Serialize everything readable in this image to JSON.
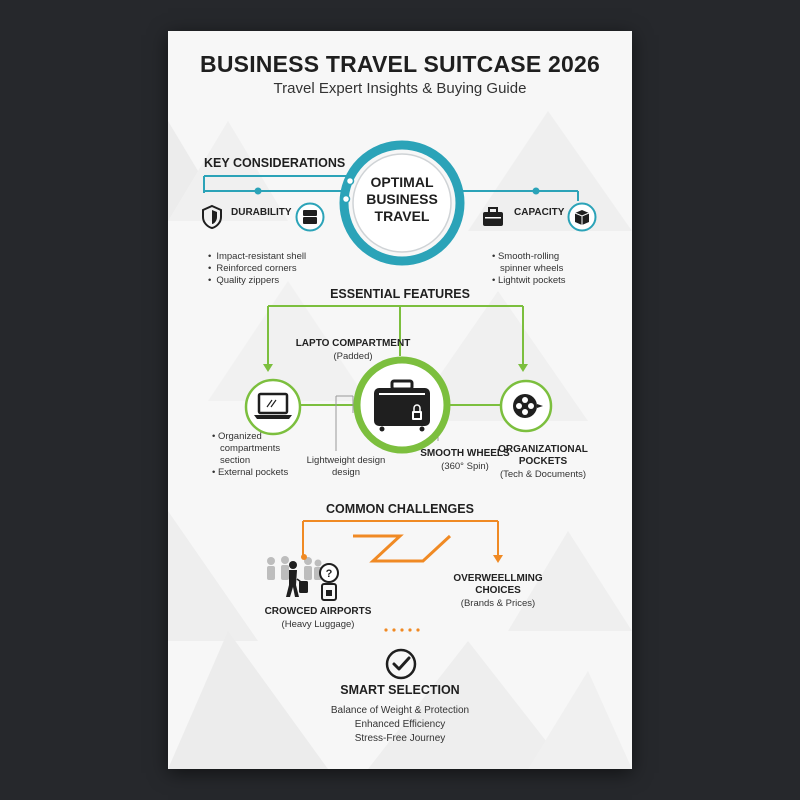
{
  "title": "BUSINESS TRAVEL SUITCASE 2026",
  "subtitle": "Travel Expert Insights & Buying Guide",
  "key_considerations": {
    "heading": "KEY CONSIDERATIONS",
    "hub_line1": "OPTIMAL",
    "hub_line2": "BUSINESS",
    "hub_line3": "TRAVEL",
    "durability": {
      "label": "DURABILITY",
      "items": [
        "Impact-resistant shell",
        "Reinforced corners",
        "Quality zippers"
      ]
    },
    "capacity": {
      "label": "CAPACITY",
      "items_line1": "Smooth-rolling",
      "items_line1b": "spinner wheels",
      "items_line2": "Lightwit pockets"
    }
  },
  "essential_features": {
    "heading": "ESSENTIAL FEATURES",
    "laptop_label": "LAPTO COMPARTMENT",
    "laptop_sub": "(Padded)",
    "left_items": [
      "Organized",
      "compartments",
      "section",
      "External pockets"
    ],
    "lightweight_line1": "Lightweight design",
    "lightweight_line2": "design",
    "wheels_label": "SMOOTH WHEELS",
    "wheels_sub": "(360° Spin)",
    "pockets_label_line1": "ORGANIZATIONAL",
    "pockets_label_line2": "POCKETS",
    "pockets_sub": "(Tech & Documents)"
  },
  "common_challenges": {
    "heading": "COMMON CHALLENGES",
    "airports_label": "CROWCED AIRPORTS",
    "airports_sub": "(Heavy Luggage)",
    "choices_line1": "OVERWEELLMING",
    "choices_line2": "CHOICES",
    "choices_sub": "(Brands & Prices)"
  },
  "smart_selection": {
    "heading": "SMART SELECTION",
    "lines": [
      "Balance of Weight & Protection",
      "Enhanced Efficiency",
      "Stress-Free Journey"
    ]
  },
  "colors": {
    "teal": "#2ba3b8",
    "green": "#7cbf3e",
    "orange": "#f08a24",
    "dark": "#1f1f1f",
    "background": "#26282c",
    "poster": "#f7f7f7"
  }
}
